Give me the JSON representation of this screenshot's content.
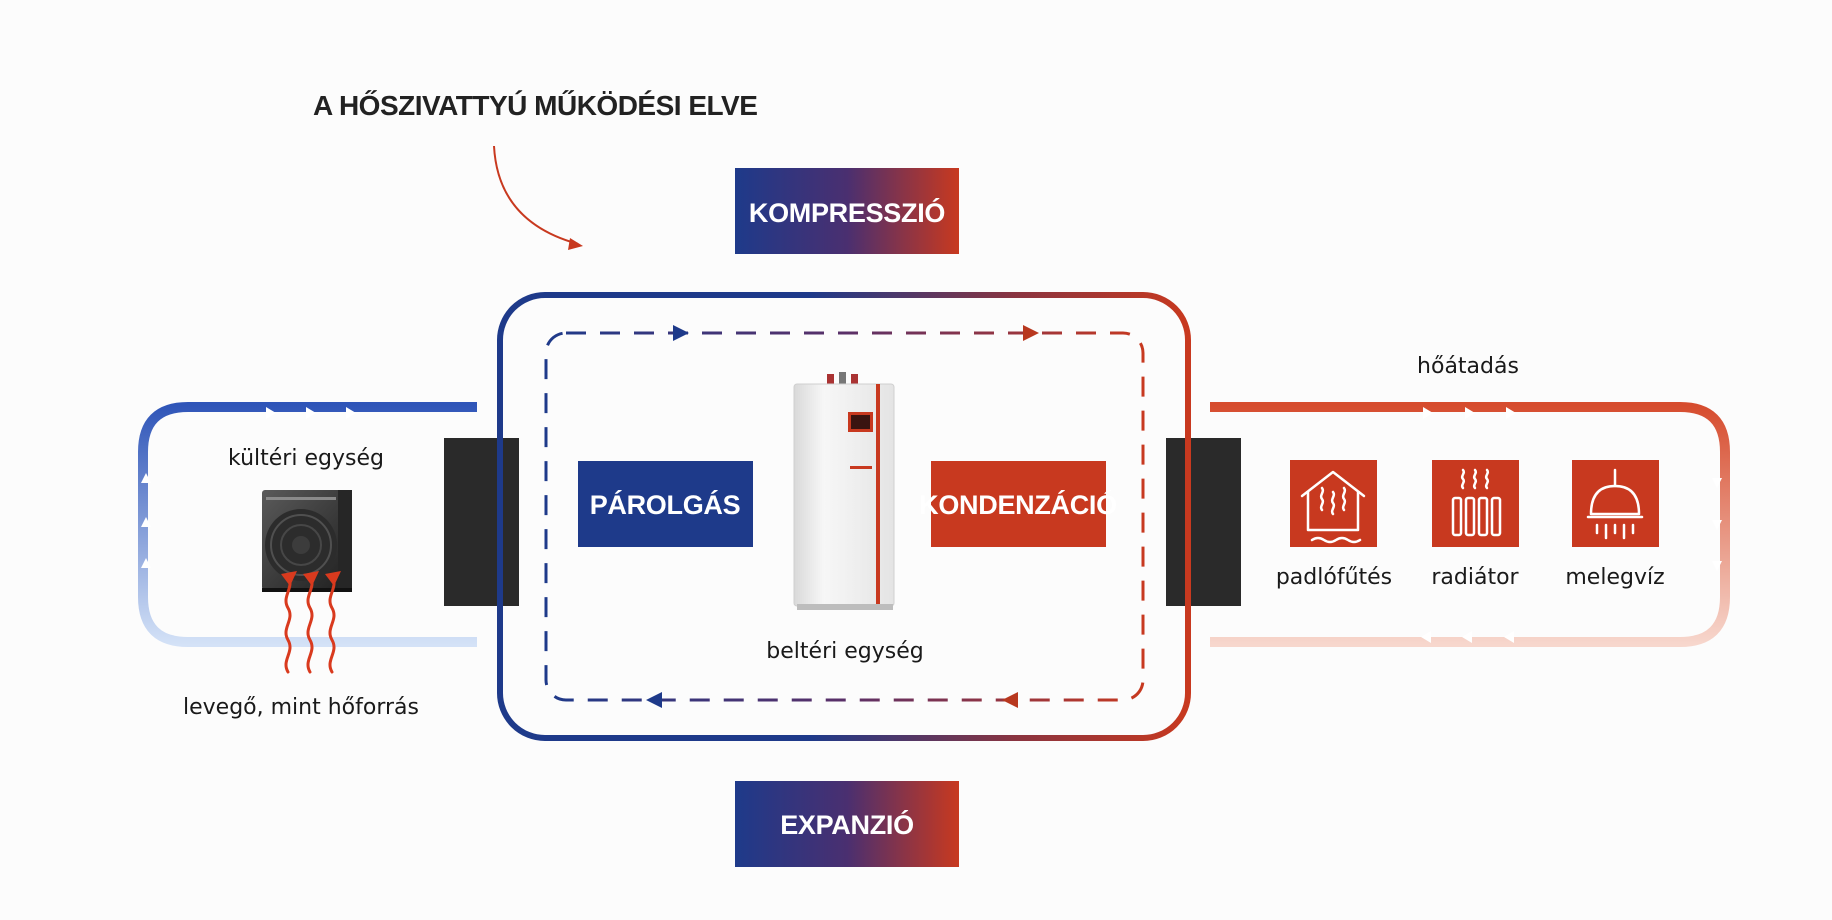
{
  "title": "A HŐSZIVATTYÚ MŰKÖDÉSI ELVE",
  "stages": {
    "compression": "KOMPRESSZIÓ",
    "expansion": "EXPANZIÓ",
    "evaporation": "PÁROLGÁS",
    "condensation": "KONDENZÁCIÓ"
  },
  "labels": {
    "outdoor_unit": "kültéri egység",
    "air_source": "levegő, mint hőforrás",
    "indoor_unit": "beltéri egység",
    "heat_transfer": "hőátadás"
  },
  "emitters": [
    {
      "label": "padlófűtés",
      "icon": "floor-heating-icon"
    },
    {
      "label": "radiátor",
      "icon": "radiator-icon"
    },
    {
      "label": "melegvíz",
      "icon": "shower-icon"
    }
  ],
  "colors": {
    "blue": "#1e3a8a",
    "red": "#c8391f",
    "heat_exchanger": "#2a2a2a",
    "background": "#fcfcfc"
  }
}
